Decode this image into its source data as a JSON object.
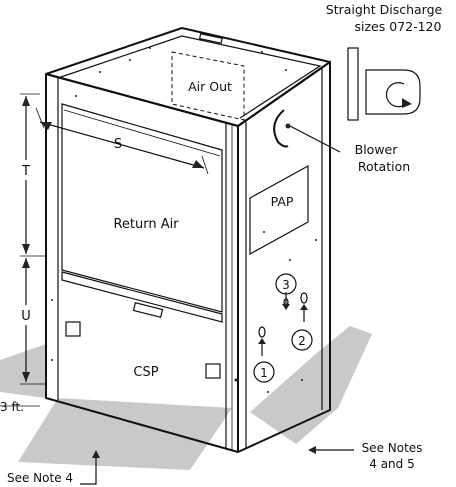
{
  "header": {
    "title_line1": "Straight Discharge",
    "title_line2": "sizes 072-120"
  },
  "labels": {
    "air_out": "Air Out",
    "return_air": "Return Air",
    "blower_rotation_line1": "Blower",
    "blower_rotation_line2": "Rotation",
    "pap": "PAP",
    "csp": "CSP",
    "dim_s": "S",
    "dim_t": "T",
    "dim_u": "U",
    "clearance": "3 ft.",
    "note4": "See Note 4",
    "notes45_line1": "See Notes",
    "notes45_line2": "4 and 5"
  },
  "callouts": [
    "1",
    "2",
    "3"
  ],
  "colors": {
    "line": "#111111",
    "floor_area": "#c9c9c9",
    "background": "#ffffff"
  },
  "icons": [
    "blower-discharge-icon",
    "rotation-arrow-icon"
  ]
}
